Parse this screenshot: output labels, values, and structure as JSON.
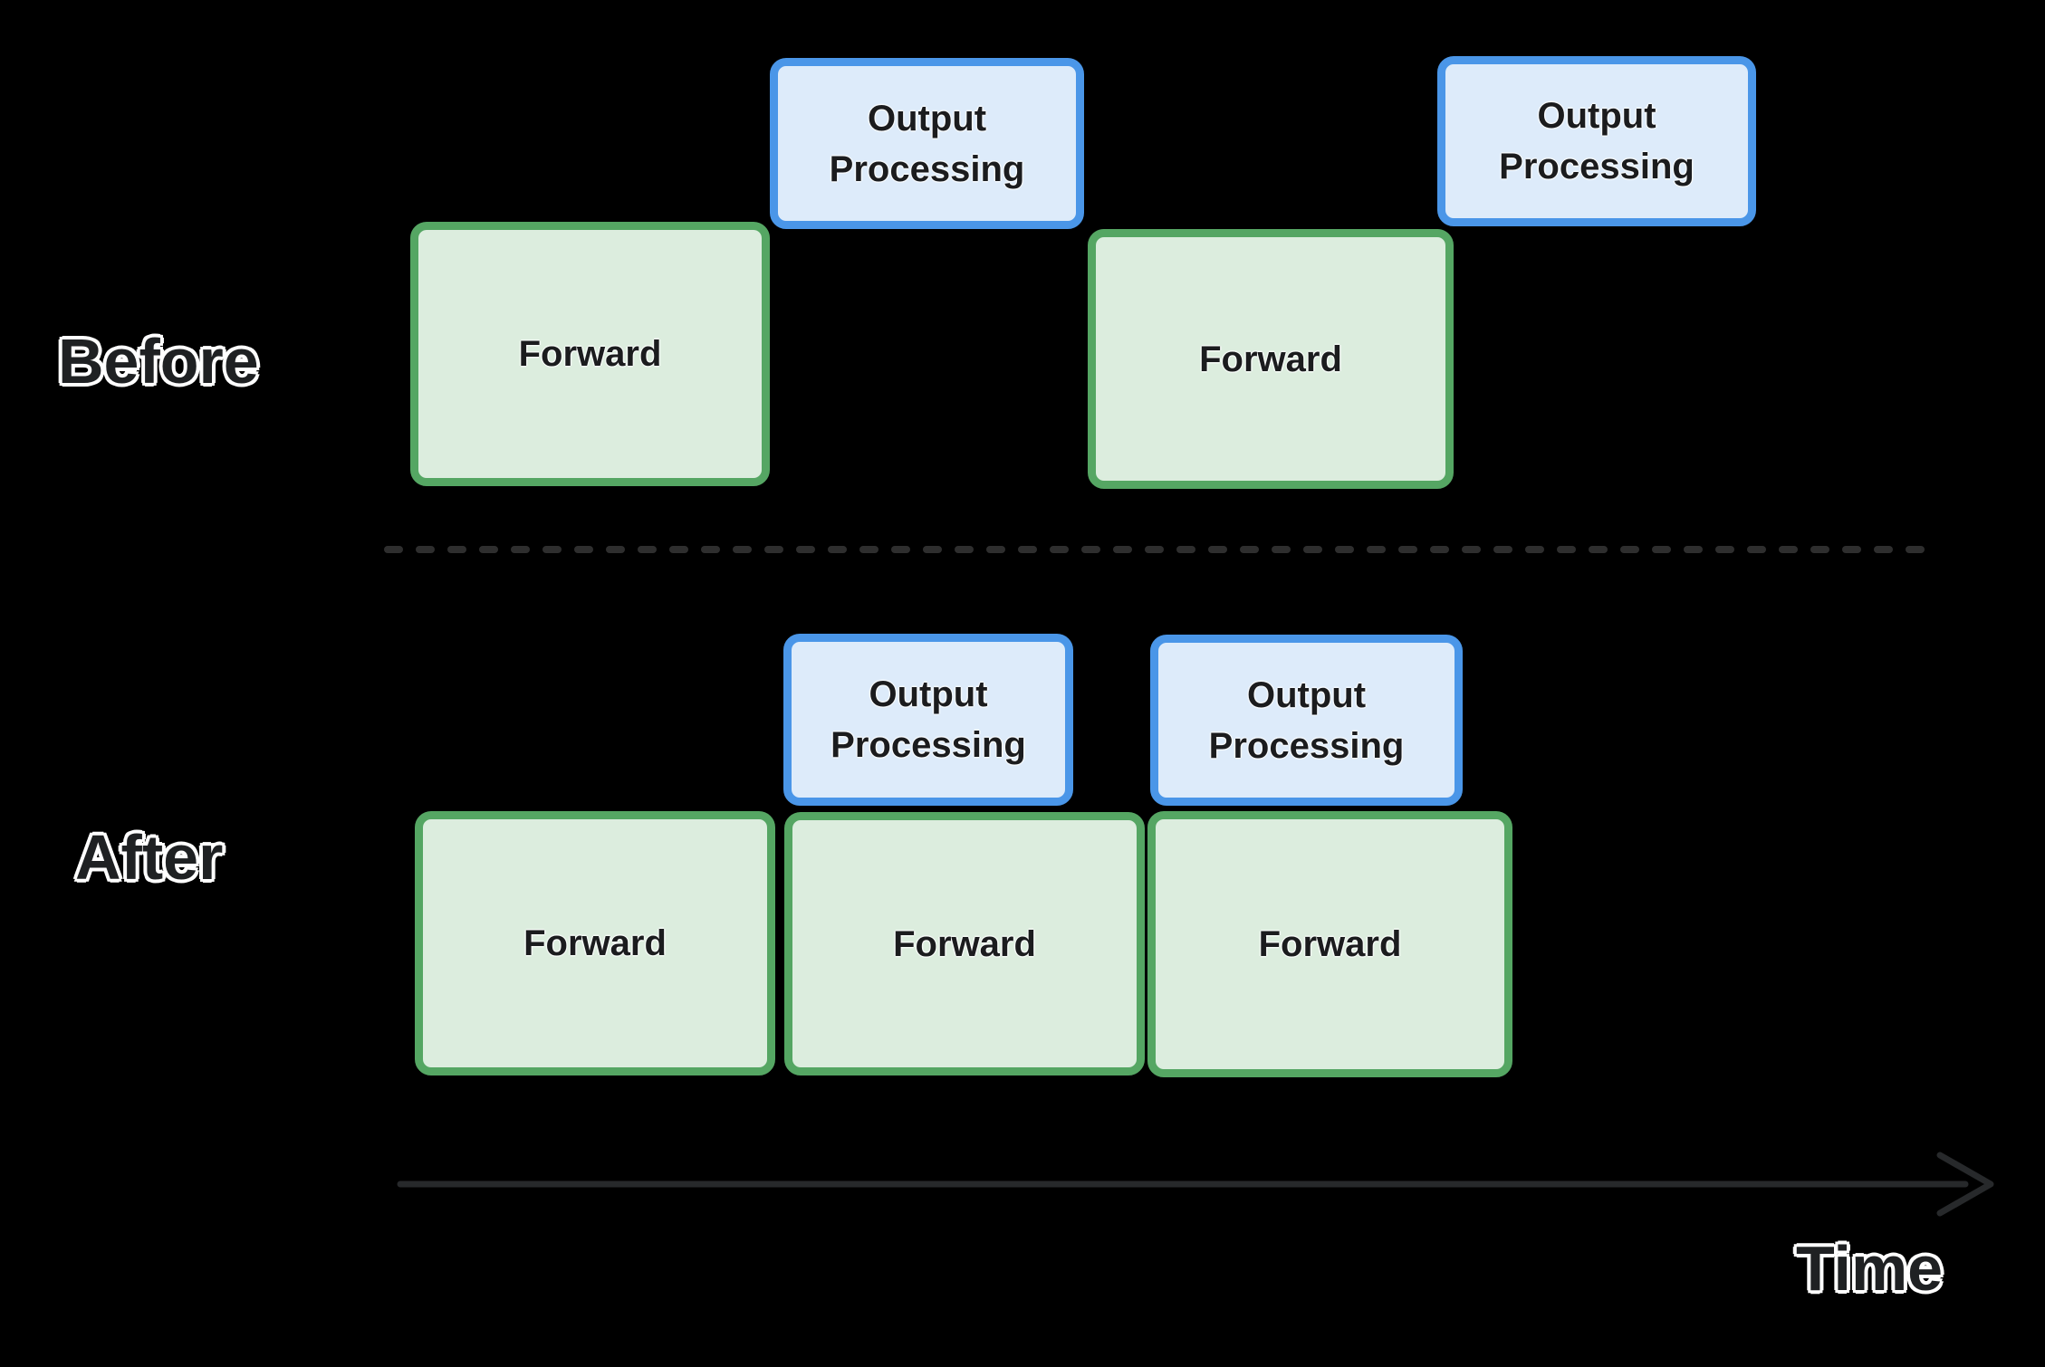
{
  "diagram": {
    "title_implicit": "Forward / Output Processing scheduling, before vs after",
    "colors": {
      "background": "#000000",
      "forward_fill": "#dcedde",
      "forward_border": "#55a663",
      "output_fill": "#ddebfa",
      "output_border": "#4a96e8",
      "divider": "#2e2e2e",
      "arrow": "#27292b",
      "label_fill": "#1f2123",
      "label_outline": "#ffffff"
    },
    "before": {
      "label": "Before",
      "forward_boxes": [
        {
          "label": "Forward"
        },
        {
          "label": "Forward"
        }
      ],
      "output_boxes": [
        {
          "label": "Output Processing"
        },
        {
          "label": "Output Processing"
        }
      ]
    },
    "after": {
      "label": "After",
      "forward_boxes": [
        {
          "label": "Forward"
        },
        {
          "label": "Forward"
        },
        {
          "label": "Forward"
        }
      ],
      "output_boxes": [
        {
          "label": "Output Processing"
        },
        {
          "label": "Output Processing"
        }
      ]
    },
    "time_axis": {
      "label": "Time"
    }
  }
}
